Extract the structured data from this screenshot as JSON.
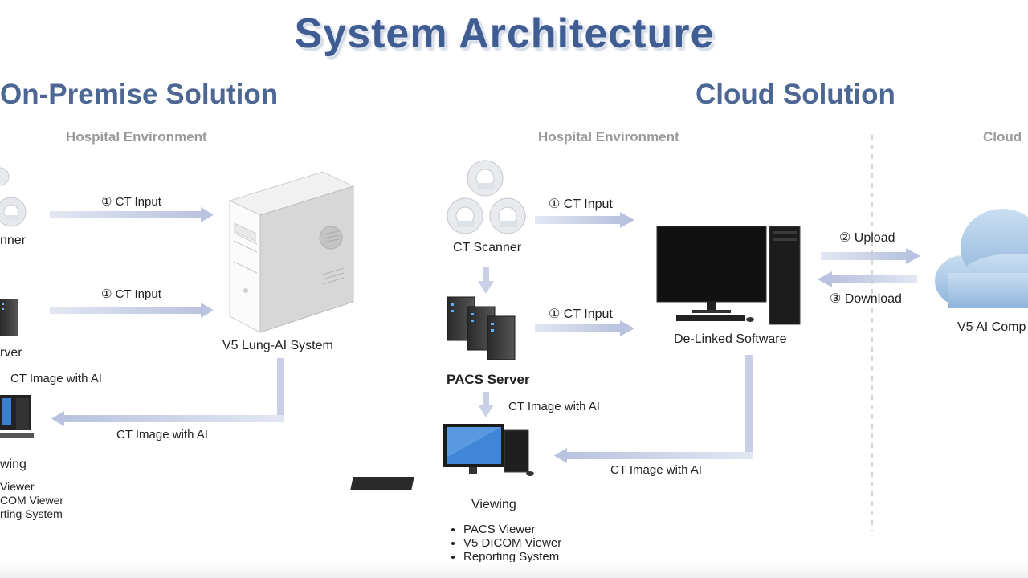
{
  "title": "System Architecture",
  "on_premise": {
    "heading": "On-Premise Solution",
    "environment": "Hospital Environment",
    "ct_input_1": "① CT Input",
    "ct_input_2": "① CT Input",
    "scanner_label": "nner",
    "server_label": "rver",
    "ai_system": "V5 Lung-AI System",
    "ct_image_with_ai_1": "CT Image with AI",
    "ct_image_with_ai_2": "CT Image with AI",
    "viewing": "wing",
    "viewing_items": [
      "Viewer",
      "COM Viewer",
      "rting System"
    ]
  },
  "cloud": {
    "heading": "Cloud Solution",
    "environment": "Hospital Environment",
    "cloud_label": "Cloud",
    "ct_scanner": "CT Scanner",
    "pacs_server": "PACS Server",
    "ct_input_1": "① CT Input",
    "ct_input_2": "① CT Input",
    "delinked": "De-Linked Software",
    "upload": "② Upload",
    "download": "③ Download",
    "v5_ai": "V5 AI Comp",
    "ct_image_with_ai_1": "CT Image with AI",
    "ct_image_with_ai_2": "CT Image with AI",
    "viewing": "Viewing",
    "viewing_items": [
      "PACS Viewer",
      "V5 DICOM Viewer",
      "Reporting System"
    ]
  },
  "colors": {
    "title": "#3f5d93",
    "heading": "#4d6794",
    "environment": "#9a9a9a",
    "arrow": "#c3cbe3",
    "cloud": "#9dbfe0"
  }
}
